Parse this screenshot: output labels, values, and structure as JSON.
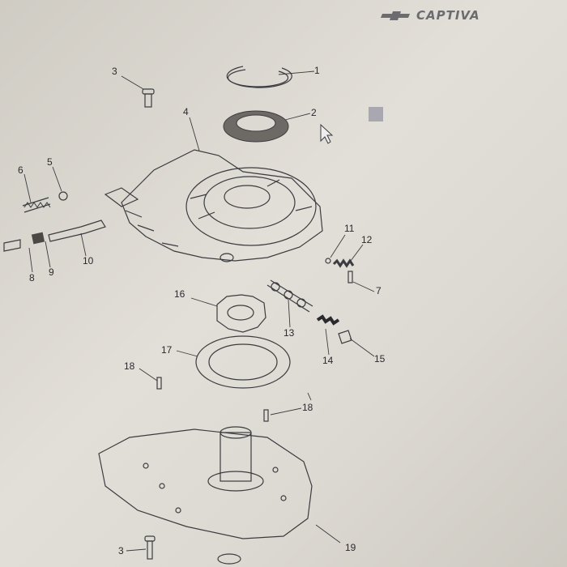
{
  "brand": {
    "name": "CAPTIVA",
    "logo_icon": "chevrolet-bowtie-icon"
  },
  "callouts": [
    {
      "id": "c1",
      "label": "1"
    },
    {
      "id": "c2",
      "label": "2"
    },
    {
      "id": "c3a",
      "label": "3"
    },
    {
      "id": "c3b",
      "label": "3"
    },
    {
      "id": "c4",
      "label": "4"
    },
    {
      "id": "c5",
      "label": "5"
    },
    {
      "id": "c6",
      "label": "6"
    },
    {
      "id": "c7",
      "label": "7"
    },
    {
      "id": "c8",
      "label": "8"
    },
    {
      "id": "c9",
      "label": "9"
    },
    {
      "id": "c10",
      "label": "10"
    },
    {
      "id": "c11",
      "label": "11"
    },
    {
      "id": "c12",
      "label": "12"
    },
    {
      "id": "c13",
      "label": "13"
    },
    {
      "id": "c14",
      "label": "14"
    },
    {
      "id": "c15",
      "label": "15"
    },
    {
      "id": "c16",
      "label": "16"
    },
    {
      "id": "c17",
      "label": "17"
    },
    {
      "id": "c18a",
      "label": "18"
    },
    {
      "id": "c18b",
      "label": "18"
    },
    {
      "id": "c19",
      "label": "19"
    }
  ],
  "colors": {
    "paper": "#dcd9d2",
    "ink": "#3c3c40",
    "brand": "#6b6b70",
    "marker": "#a9a8b0"
  }
}
